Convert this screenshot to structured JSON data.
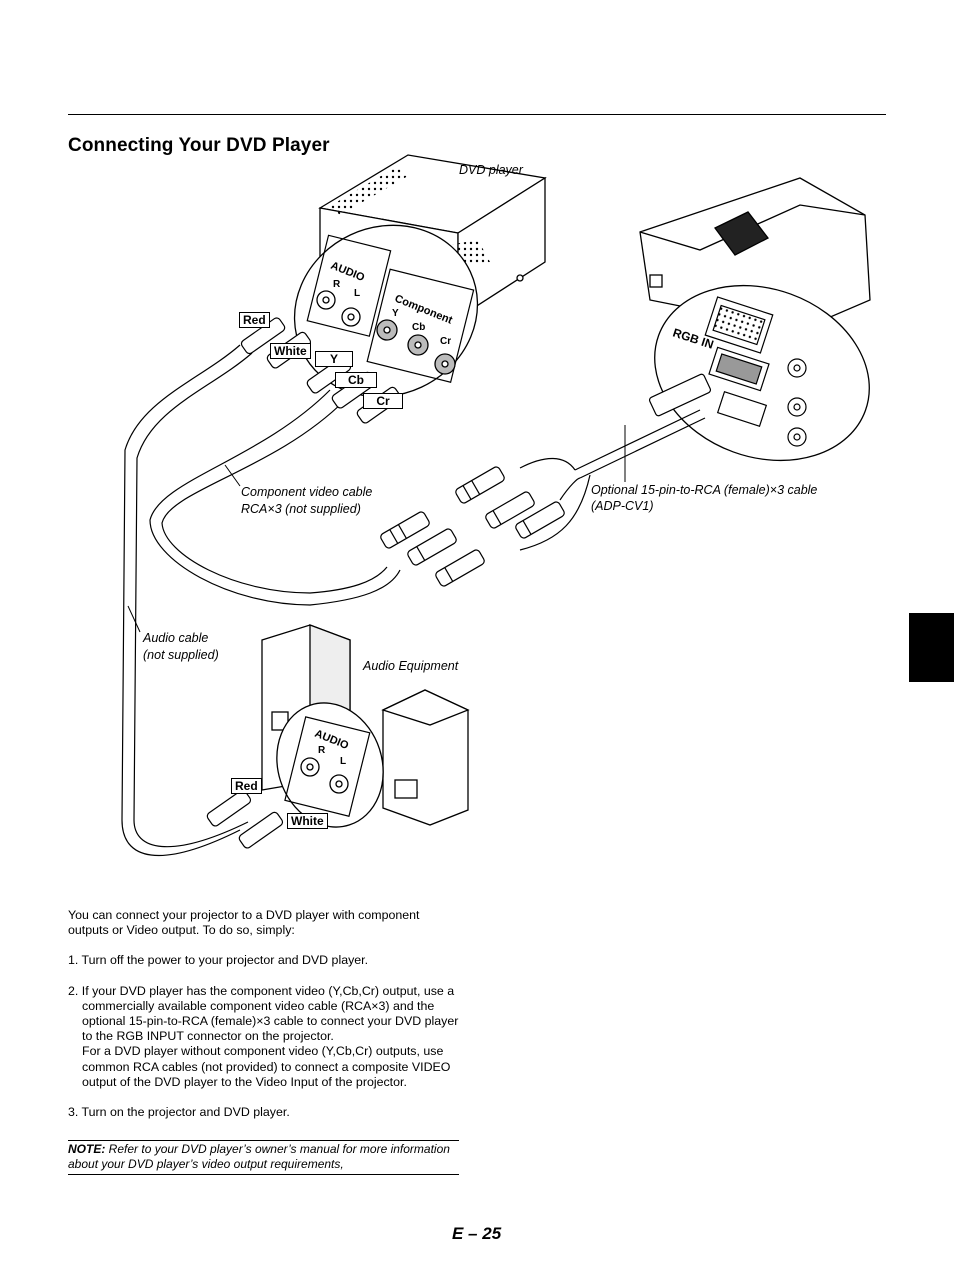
{
  "section_title": "Connecting Your DVD Player",
  "figure": {
    "dvd_player_label": "DVD player",
    "audio_equipment_label": "Audio Equipment",
    "component_cable_line1": "Component video cable",
    "component_cable_line2": "RCA×3 (not supplied)",
    "optional_cable_line1": "Optional 15-pin-to-RCA (female)×3 cable",
    "optional_cable_line2": "(ADP-CV1)",
    "audio_cable_line1": "Audio cable",
    "audio_cable_line2": "(not supplied)",
    "tags": {
      "red": "Red",
      "white": "White",
      "y": "Y",
      "cb": "Cb",
      "cr": "Cr"
    },
    "panel": {
      "audio": "AUDIO",
      "r": "R",
      "l": "L",
      "component": "Component",
      "y": "Y",
      "cb": "Cb",
      "cr": "Cr",
      "rgb_in": "RGB IN"
    }
  },
  "body": {
    "intro": "You can connect your projector to a DVD player with component outputs or Video output. To do so, simply:",
    "step1": "1. Turn off the power to your projector and DVD player.",
    "step2_a": "2. If your DVD player has the component video (Y,Cb,Cr) output, use a commercially available component video cable (RCA×3) and the optional 15-pin-to-RCA (female)×3 cable to connect your DVD player to the RGB INPUT connector on the projector.",
    "step2_b": "For a DVD player without component video (Y,Cb,Cr) outputs, use common RCA cables (not provided) to connect a composite VIDEO output of the DVD player to the Video Input of the projector.",
    "step3": "3. Turn on the projector and DVD player."
  },
  "note": {
    "label": "NOTE:",
    "text": " Refer to your DVD player’s owner’s manual for more information about your DVD player’s video output requirements,"
  },
  "page_number": "E – 25"
}
